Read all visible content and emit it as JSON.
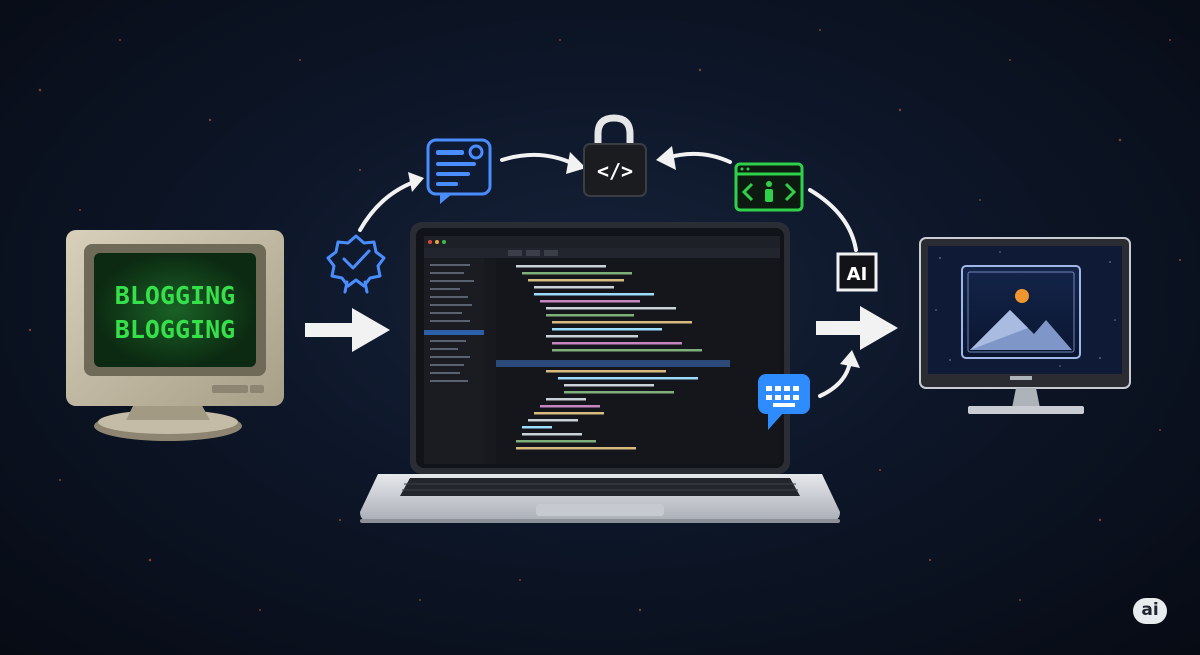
{
  "retro_monitor": {
    "screen_lines": [
      "BLOGGING",
      "BLOGGING"
    ],
    "screen_text_color": "#35e04a",
    "screen_bg_color": "#0c2a12"
  },
  "icons": {
    "blog_card": "document-card-icon",
    "badge": "verified-badge-icon",
    "lock": "code-lock-icon",
    "code_window": "code-window-icon",
    "ai_box": "ai-box-icon",
    "chat": "keyboard-chat-icon",
    "watermark": "ai-watermark-icon"
  },
  "labels": {
    "lock_code": "</>",
    "ai_box": "AI",
    "watermark": "ai"
  },
  "colors": {
    "accent_blue": "#4a8dff",
    "accent_green": "#2fd04a",
    "arrow": "#f2f2f2"
  }
}
